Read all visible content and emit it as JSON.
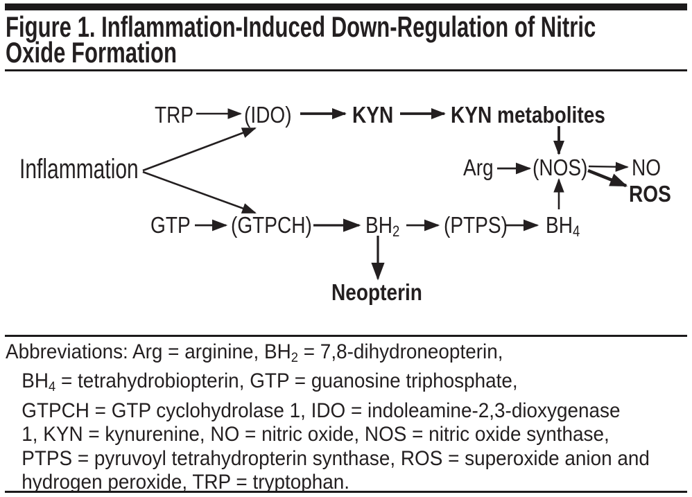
{
  "figure_title": {
    "lines": [
      "Figure 1. Inflammation-Induced Down-Regulation of Nitric",
      "Oxide Formation"
    ]
  },
  "diagram": {
    "labels": {
      "inflammation": "Inflammation",
      "trp": "TRP",
      "ido": "(IDO)",
      "kyn": "KYN",
      "kyn_metabolites": "KYN metabolites",
      "gtp": "GTP",
      "gtpch": "(GTPCH)",
      "bh2": [
        {
          "t": "BH"
        },
        {
          "t": "2",
          "sub": true
        }
      ],
      "ptps": "(PTPS)",
      "bh4": [
        {
          "t": "BH"
        },
        {
          "t": "4",
          "sub": true
        }
      ],
      "neopterin": "Neopterin",
      "arg": "Arg",
      "nos": "(NOS)",
      "no": "NO",
      "ros": "ROS"
    }
  },
  "abbreviations": {
    "lines": [
      [
        {
          "t": "Abbreviations: Arg = arginine, BH"
        },
        {
          "t": "2",
          "sub": true
        },
        {
          "t": " = 7,8-dihydroneopterin,"
        }
      ],
      [
        {
          "t": "BH"
        },
        {
          "t": "4",
          "sub": true
        },
        {
          "t": " = tetrahydrobiopterin, GTP = guanosine triphosphate,"
        }
      ],
      [
        {
          "t": "GTPCH = GTP cyclohydrolase 1, IDO = indoleamine-2,3-dioxygenase"
        }
      ],
      [
        {
          "t": "1, KYN = kynurenine, NO = nitric oxide, NOS = nitric oxide synthase,"
        }
      ],
      [
        {
          "t": "PTPS = pyruvoyl tetrahydropterin synthase, ROS = superoxide anion and"
        }
      ],
      [
        {
          "t": "hydrogen peroxide, TRP = tryptophan."
        }
      ]
    ]
  },
  "colors": {
    "ink": "#231f20",
    "background": "#ffffff"
  }
}
